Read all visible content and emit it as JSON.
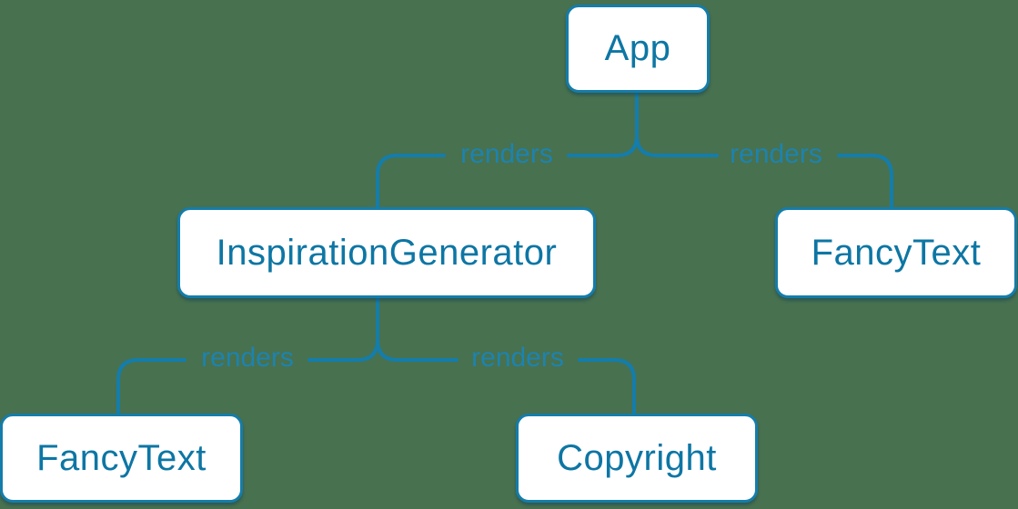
{
  "diagram": {
    "title": "render-tree",
    "background_color": "#48714f",
    "accent_color": "#147dab",
    "node_fill_color": "#ffffff",
    "node_text_color": "#0d76a4",
    "edge_label_color": "#1d83af",
    "nodes": [
      {
        "id": "app",
        "label": "App"
      },
      {
        "id": "inspiration-generator",
        "label": "InspirationGenerator"
      },
      {
        "id": "fancy-text-top",
        "label": "FancyText"
      },
      {
        "id": "fancy-text-bottom",
        "label": "FancyText"
      },
      {
        "id": "copyright",
        "label": "Copyright"
      }
    ],
    "edges": [
      {
        "from": "App",
        "to": "InspirationGenerator",
        "label": "renders"
      },
      {
        "from": "App",
        "to": "FancyText",
        "label": "renders"
      },
      {
        "from": "InspirationGenerator",
        "to": "FancyText",
        "label": "renders"
      },
      {
        "from": "InspirationGenerator",
        "to": "Copyright",
        "label": "renders"
      }
    ]
  }
}
